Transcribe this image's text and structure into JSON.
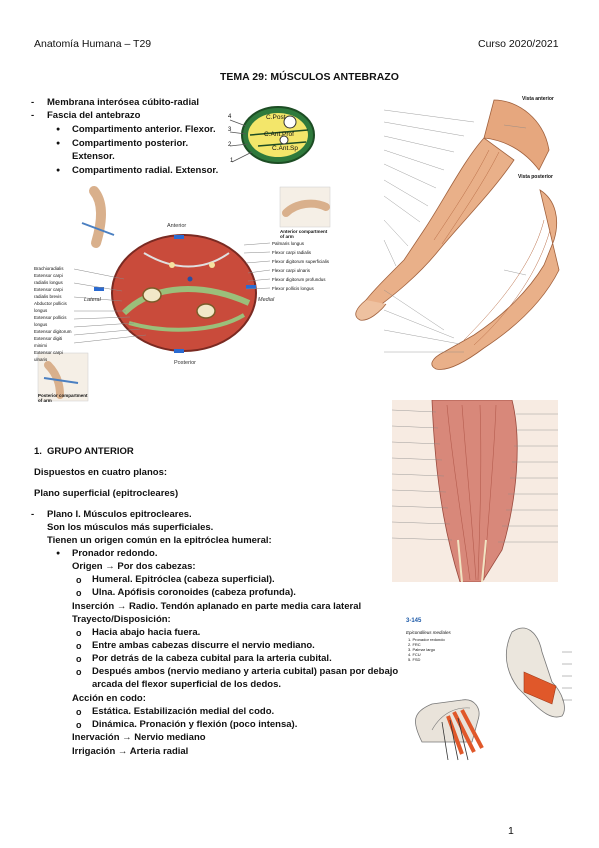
{
  "header": {
    "left": "Anatomía Humana – T29",
    "right": "Curso 2020/2021"
  },
  "title": "TEMA 29: MÚSCULOS ANTEBRAZO",
  "intro": {
    "items": [
      "Membrana interósea cúbito-radial",
      "Fascia del antebrazo"
    ],
    "subitems": [
      "Compartimento anterior. Flexor.",
      "Compartimento posterior.",
      "Extensor.",
      "Compartimento radial. Extensor."
    ]
  },
  "ring_diagram": {
    "labels": [
      "C.Post",
      "C.Ant.Prof",
      "C.Ant.Sp"
    ],
    "numbers": [
      "1",
      "2",
      "3",
      "4"
    ]
  },
  "cross_section": {
    "title_anterior": "Anterior",
    "title_posterior": "Posterior",
    "lateral": "Lateral",
    "medial": "Medial",
    "inset_anterior": "Anterior compartment of arm",
    "inset_posterior": "Posterior compartment of arm",
    "left_labels": [
      "Brachioradialis",
      "Extensor carpi radialis longus",
      "Extensor carpi radialis brevis",
      "Abductor pollicis longus",
      "Extensor pollicis longus",
      "Extensor digitorum",
      "Extensor digiti minimi",
      "Extensor carpi ulnaris"
    ],
    "right_labels": [
      "Palmaris longus",
      "Flexor carpi radialis",
      "Flexor digitorum superficialis",
      "Flexor carpi ulnaris",
      "Flexor digitorum profundus",
      "Flexor pollicis longus"
    ]
  },
  "arm_figure": {
    "view_anterior": "Vista anterior",
    "view_posterior": "Vista posterior"
  },
  "section1": {
    "heading_num": "1.",
    "heading": "GRUPO ANTERIOR",
    "line1": "Dispuestos en cuatro planos:",
    "line2": "Plano superficial (epitrocleares)",
    "plano1_title": "Plano I. Músculos epitrocleares.",
    "plano1_line1": "Son los músculos más superficiales.",
    "plano1_line2": "Tienen un origen común en la epitróclea humeral:",
    "pronador": "Pronador redondo.",
    "origen": "Origen → Por dos cabezas:",
    "origen_items": [
      "Humeral. Epitróclea (cabeza superficial).",
      "Ulna. Apófisis coronoides (cabeza profunda)."
    ],
    "insercion": "Inserción → Radio. Tendón aplanado en parte media cara lateral",
    "trayecto": "Trayecto/Disposición:",
    "trayecto_items": [
      "Hacia abajo hacia fuera.",
      "Entre ambas cabezas discurre el nervio mediano.",
      "Por detrás de la cabeza cubital para la arteria cubital.",
      "Después ambos (nervio mediano y arteria cubital) pasan por debajo",
      "arcada del flexor superficial de los dedos."
    ],
    "accion": "Acción en codo:",
    "accion_items": [
      "Estática. Estabilización medial del codo.",
      "Dinámica. Pronación y flexión (poco intensa)."
    ],
    "inervacion": "Inervación → Nervio mediano",
    "irrigacion": "Irrigación → Arteria radial"
  },
  "elbow_figure": {
    "code": "3-145",
    "caption_title": "Epicondileus mediales",
    "caption_items": [
      "1. Pronador redondo",
      "2. FRC",
      "3. Palmar largo",
      "4. FCU",
      "5. FSD"
    ]
  },
  "page_number": "1"
}
